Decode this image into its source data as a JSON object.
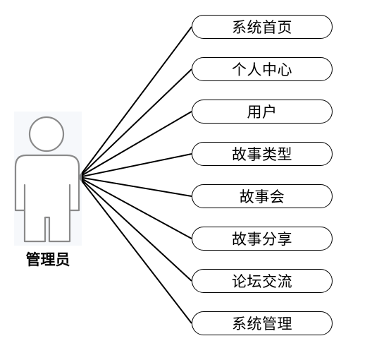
{
  "actor": {
    "label": "管理员",
    "icon": "person-icon"
  },
  "use_cases": [
    {
      "label": "系统首页"
    },
    {
      "label": "个人中心"
    },
    {
      "label": "用户"
    },
    {
      "label": "故事类型"
    },
    {
      "label": "故事会"
    },
    {
      "label": "故事分享"
    },
    {
      "label": "论坛交流"
    },
    {
      "label": "系统管理"
    }
  ],
  "colors": {
    "stroke": "#000000",
    "actor_outline": "#8a8a8a",
    "background": "#ffffff"
  }
}
